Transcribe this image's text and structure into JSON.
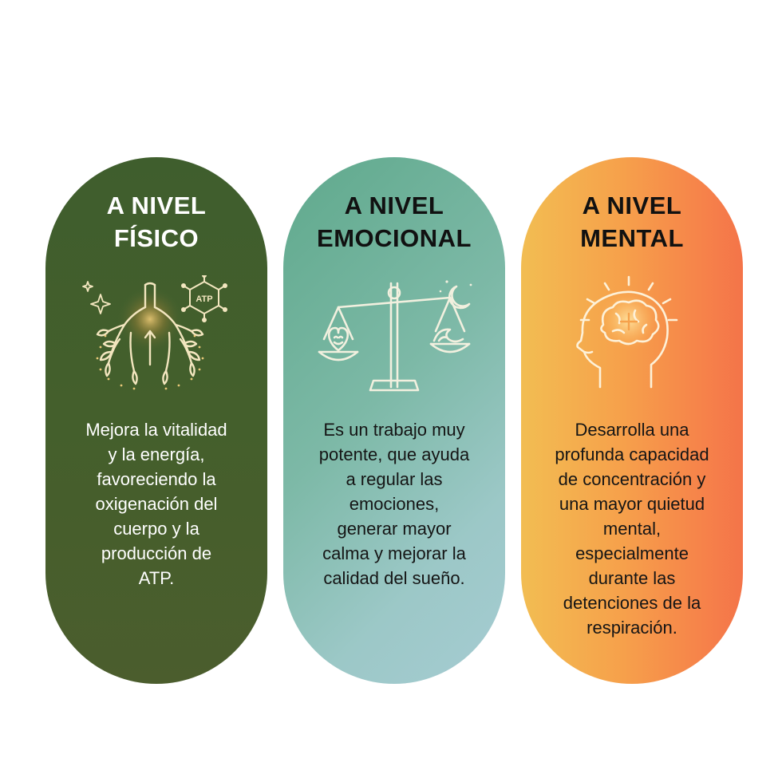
{
  "cards": [
    {
      "title_lines": [
        "A NIVEL",
        "FÍSICO"
      ],
      "icon": "lungs-icon",
      "atp_badge": "ATP",
      "text_lines": [
        "Mejora la vitalidad",
        "y la energía,",
        "favoreciendo la",
        "oxigenación del",
        "cuerpo y la",
        "producción de",
        "ATP."
      ]
    },
    {
      "title_lines": [
        "A NIVEL",
        "EMOCIONAL"
      ],
      "icon": "balance-scale-icon",
      "text_lines": [
        "Es un trabajo muy",
        "potente, que ayuda",
        "a regular las",
        "emociones,",
        "generar mayor",
        "calma y mejorar la",
        "calidad del sueño."
      ]
    },
    {
      "title_lines": [
        "A NIVEL",
        "MENTAL"
      ],
      "icon": "head-brain-icon",
      "text_lines": [
        "Desarrolla una",
        "profunda capacidad",
        "de concentración y",
        "una mayor quietud",
        "mental,",
        "especialmente",
        "durante las",
        "detenciones de la",
        "respiración."
      ]
    }
  ],
  "colors": {
    "fisico": "#445f2c",
    "emocional_start": "#5fa98c",
    "emocional_end": "#a5cbd2",
    "mental_start": "#f2bd52",
    "mental_end": "#f47449",
    "gold_accent": "#e8c878",
    "line_light": "#f2f0df"
  }
}
